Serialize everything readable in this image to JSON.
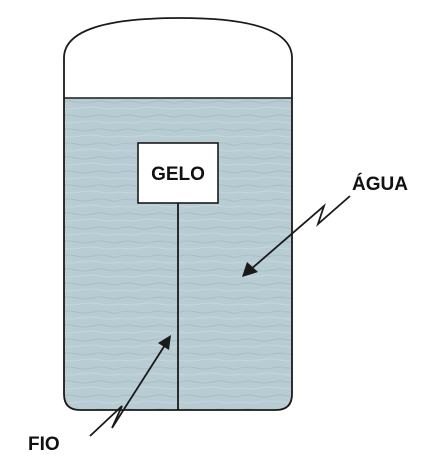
{
  "labels": {
    "ice": "GELO",
    "water": "ÁGUA",
    "wire": "FIO"
  },
  "colors": {
    "water": "#b8ccd3",
    "water_texture": "#a6bcc4",
    "outline": "#1a1a1a",
    "ice_box": "#ffffff",
    "text": "#111111"
  }
}
